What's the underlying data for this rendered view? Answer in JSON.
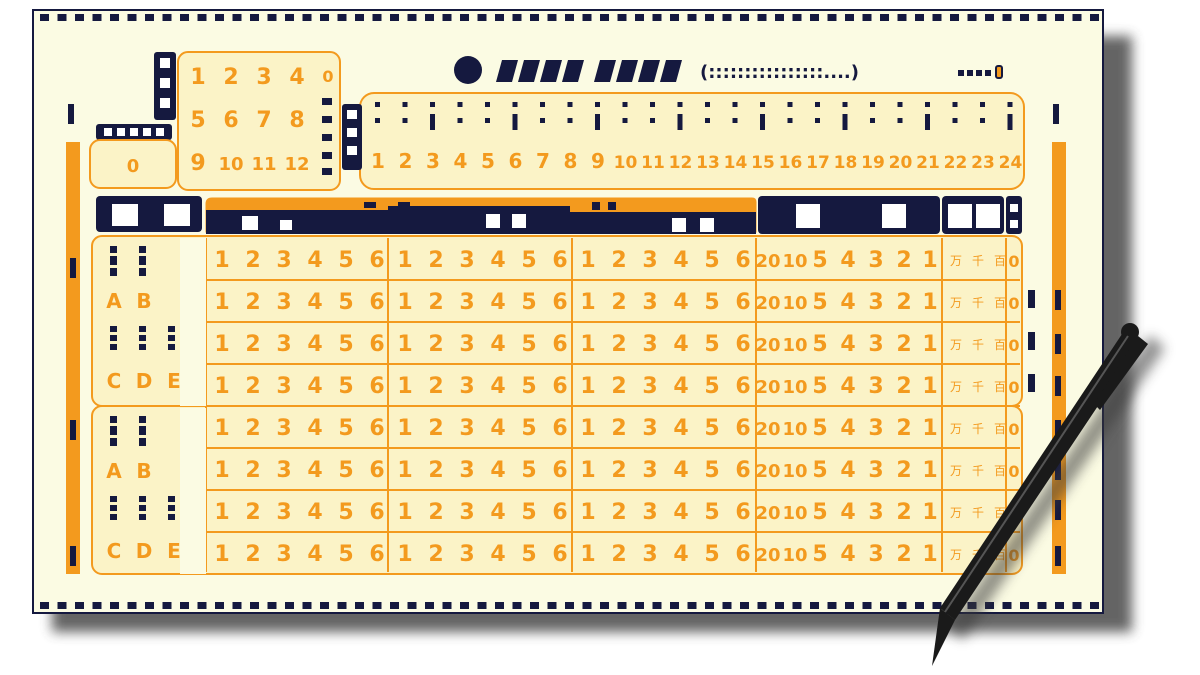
{
  "colors": {
    "paper": "#fbfbe3",
    "orange": "#f39a1e",
    "ink": "#15193f",
    "shadow": "#4a4a4a",
    "pen": "#1a1a1a"
  },
  "top_left_numbers": [
    "1",
    "2",
    "3",
    "4",
    "5",
    "6",
    "7",
    "8",
    "9",
    "10",
    "11",
    "12"
  ],
  "zero_label": "0",
  "header_text": "(::::::::::::::::....)",
  "top_row_numbers": [
    "1",
    "2",
    "3",
    "4",
    "5",
    "6",
    "7",
    "8",
    "9",
    "10",
    "11",
    "12",
    "13",
    "14",
    "15",
    "16",
    "17",
    "18",
    "19",
    "20",
    "21",
    "22",
    "23",
    "24"
  ],
  "group_digits": [
    "1",
    "2",
    "3",
    "4",
    "5",
    "6"
  ],
  "score_digits": [
    "20",
    "10",
    "5",
    "4",
    "3",
    "2",
    "1"
  ],
  "kanji_labels": [
    "万",
    "千",
    "百"
  ],
  "side_letters": {
    "top": [
      "A",
      "B"
    ],
    "bottom": [
      "C",
      "D",
      "E"
    ]
  }
}
